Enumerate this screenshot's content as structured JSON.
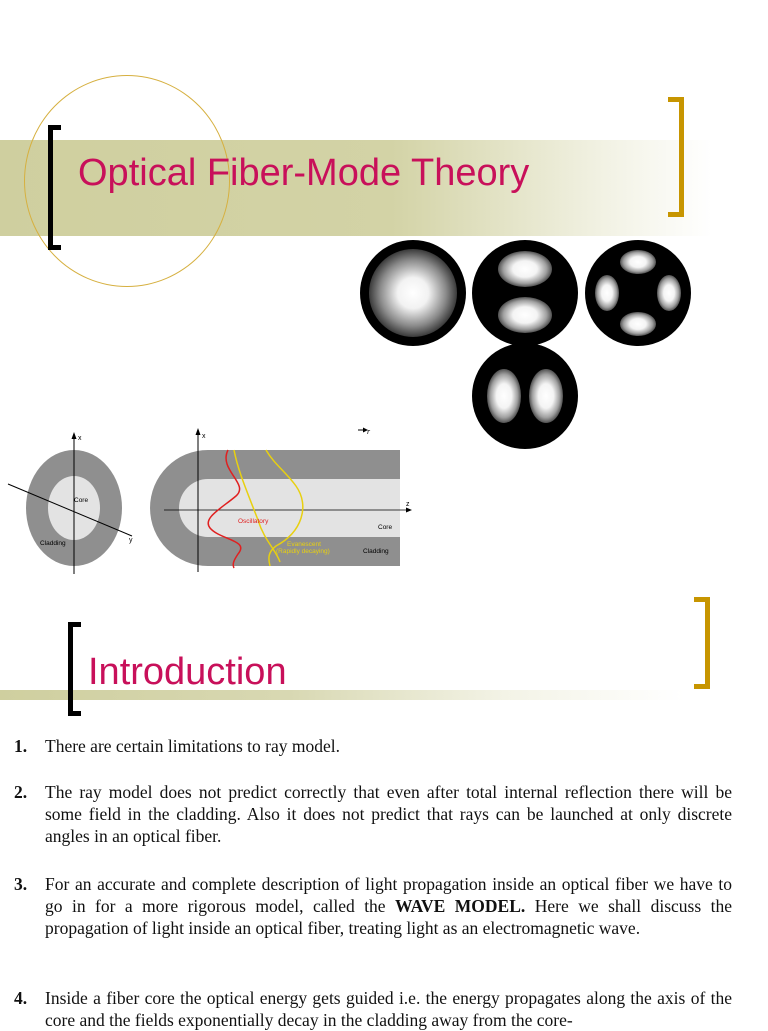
{
  "slide1": {
    "title": "Optical Fiber-Mode Theory",
    "diagram_labels": {
      "axis_x1": "x",
      "axis_x2": "x",
      "axis_y": "y",
      "axis_z": "z",
      "axis_r": "r",
      "core_left": "Core",
      "cladding_left": "Cladding",
      "core_right": "Core",
      "cladding_right": "Cladding",
      "oscillatory": "Oscillatory",
      "evanescent": "Evanescent",
      "evanescent_note": "(Rapidly decaying)"
    }
  },
  "slide2": {
    "title": "Introduction",
    "items": [
      {
        "num": "1.",
        "text": "There are certain limitations to ray model."
      },
      {
        "num": "2.",
        "text": "The ray model does not predict correctly that even after total internal reflection there will be some field in the cladding. Also it does not predict that rays can be launched at only discrete angles in an optical fiber."
      },
      {
        "num": "3.",
        "pre": "For an accurate and complete description of light propagation inside an optical fiber we have to go in for a more rigorous model, called the ",
        "bold": "WAVE MODEL.",
        "post": " Here we shall discuss the propagation of light inside an optical fiber, treating light as an electromagnetic wave."
      },
      {
        "num": "4.",
        "text": "Inside a fiber core the optical energy gets guided i.e. the energy propagates along the axis of the core and the fields exponentially decay in the cladding away from the core-"
      }
    ]
  },
  "colors": {
    "title_text": "#c8105a",
    "band": "#cfcf9f",
    "bracket_right": "#c79500",
    "bracket_left": "#000000",
    "circle_outline": "#d6b040"
  }
}
